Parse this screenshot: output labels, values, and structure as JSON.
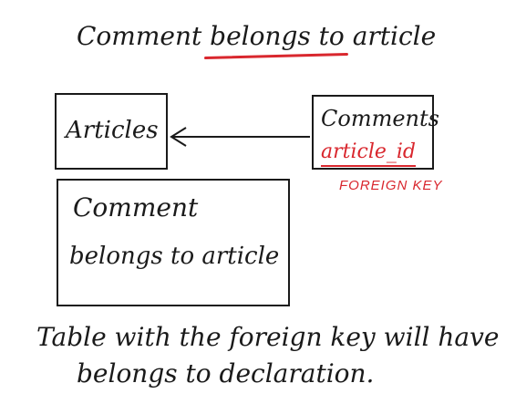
{
  "title": {
    "prefix": "Comment ",
    "relation": "belongs to",
    "suffix": " article"
  },
  "entities": {
    "articles": "Articles",
    "comments": "Comments",
    "foreign_key_field": "article_id",
    "foreign_key_note": "FOREIGN KEY"
  },
  "note_box": {
    "line1": "Comment",
    "line2": "belongs to article"
  },
  "caption": {
    "line1": "Table with the foreign key will have",
    "line2": "belongs to declaration."
  },
  "colors": {
    "ink": "#1a1a1a",
    "accent": "#d9272e"
  }
}
